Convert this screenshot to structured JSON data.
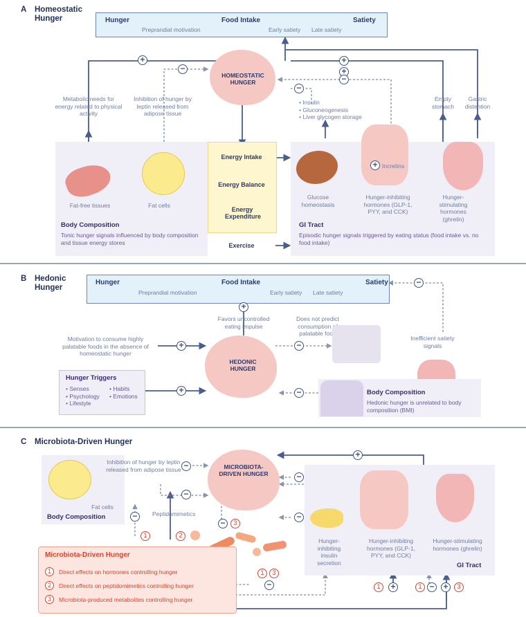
{
  "panelA": {
    "label": "A",
    "title": "Homeostatic Hunger",
    "flow": {
      "hunger": "Hunger",
      "food_intake": "Food Intake",
      "satiety": "Satiety",
      "preprandial": "Preprandial motivation",
      "early_satiety": "Early satiety",
      "late_satiety": "Late satiety"
    },
    "brain_label": "HOMEOSTATIC HUNGER",
    "metabolic_needs": "Metabolic needs for energy related to physical activity",
    "leptin_inhibition": "Inhibition of hunger by leptin released from adipose tissue",
    "liver_list": [
      "Insulin",
      "Gluconeogenesis",
      "Liver glycogen storage"
    ],
    "empty_stomach": "Empty stomach",
    "gastric_distention": "Gastric distention",
    "energy_intake": "Energy Intake",
    "energy_balance": "Energy Balance",
    "energy_expenditure": "Energy Expenditure",
    "exercise": "Exercise",
    "fat_free": "Fat-free tissues",
    "fat_cells": "Fat cells",
    "body_comp_title": "Body Composition",
    "body_comp_text": "Tonic hunger signals influenced by body composition and tissue energy stores",
    "incretins": "Incretins",
    "glucose": "Glucose homeostasis",
    "inhibiting_hormones": "Hunger-inhibiting hormones (GLP-1, PYY, and CCK)",
    "stimulating_hormones": "Hunger-stimulating hormones (ghrelin)",
    "gi_title": "GI Tract",
    "gi_text": "Episodic hunger signals triggered by eating status (food intake vs. no food intake)"
  },
  "panelB": {
    "label": "B",
    "title": "Hedonic Hunger",
    "flow": {
      "hunger": "Hunger",
      "food_intake": "Food Intake",
      "satiety": "Satiety",
      "preprandial": "Preprandial motivation",
      "early_satiety": "Early satiety",
      "late_satiety": "Late satiety"
    },
    "brain_label": "HEDONIC HUNGER",
    "favors": "Favors uncontrolled eating impulse",
    "does_not_predict": "Does not predict consumption of palatable food",
    "inefficient": "Inefficient satiety signals",
    "motivation": "Motivation to consume highly palatable foods in the absence of homeostatic hunger",
    "triggers_title": "Hunger Triggers",
    "triggers_left": [
      "Senses",
      "Psychology",
      "Lifestyle"
    ],
    "triggers_right": [
      "Habits",
      "Emotions"
    ],
    "body_comp_title": "Body Composition",
    "body_comp_text": "Hedonic hunger is unrelated to body composition (BMI)"
  },
  "panelC": {
    "label": "C",
    "title": "Microbiota-Driven Hunger",
    "brain_label": "MICROBIOTA-DRIVEN HUNGER",
    "leptin_inhibition": "Inhibition of hunger by leptin released from adipose tissue",
    "fat_cells": "Fat cells",
    "body_comp_title": "Body Composition",
    "peptidomimetics": "Peptidomimetics",
    "insulin_secretion": "Hunger-inhibiting insulin secretion",
    "inhibiting_hormones": "Hunger-inhibiting hormones (GLP-1, PYY, and CCK)",
    "stimulating_hormones": "Hunger-stimulating hormones (ghrelin)",
    "gi_title": "GI Tract",
    "micro_title": "Microbiota-Driven Hunger",
    "micro_items": [
      {
        "num": "1",
        "text": "Direct effects on hormones controlling hunger"
      },
      {
        "num": "2",
        "text": "Direct effects on peptidomimetics controlling hunger"
      },
      {
        "num": "3",
        "text": "Microbiota-produced metabolites controlling hunger"
      }
    ]
  },
  "colors": {
    "accent": "#3f5488",
    "micro": "#d9442e",
    "topbox": "#e3f1fb",
    "lavender": "#f0eef7",
    "energy_box": "#fdf6cf"
  }
}
